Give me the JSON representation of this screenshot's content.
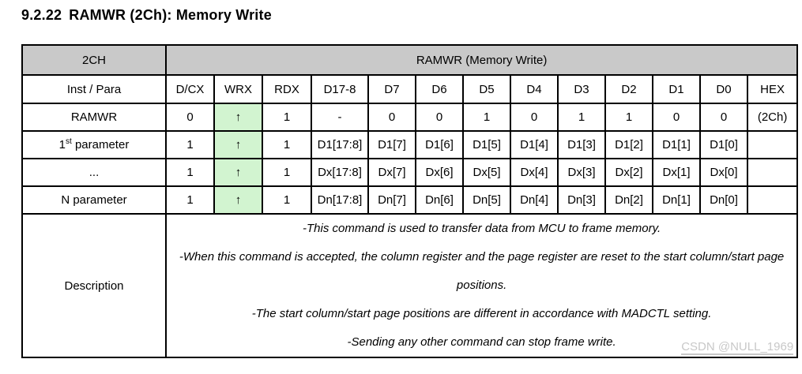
{
  "heading": {
    "number": "9.2.22",
    "title": "RAMWR (2Ch): Memory Write"
  },
  "table": {
    "cmd_code": "2CH",
    "cmd_name": "RAMWR (Memory Write)",
    "col_headers": [
      "Inst / Para",
      "D/CX",
      "WRX",
      "RDX",
      "D17-8",
      "D7",
      "D6",
      "D5",
      "D4",
      "D3",
      "D2",
      "D1",
      "D0",
      "HEX"
    ],
    "rows": [
      {
        "label": "RAMWR",
        "cells": [
          "0",
          "↑",
          "1",
          "-",
          "0",
          "0",
          "1",
          "0",
          "1",
          "1",
          "0",
          "0",
          "(2Ch)"
        ]
      },
      {
        "label_num": "1",
        "label_sup": "st",
        "label_rest": " parameter",
        "cells": [
          "1",
          "↑",
          "1",
          "D1[17:8]",
          "D1[7]",
          "D1[6]",
          "D1[5]",
          "D1[4]",
          "D1[3]",
          "D1[2]",
          "D1[1]",
          "D1[0]",
          ""
        ]
      },
      {
        "label": "...",
        "cells": [
          "1",
          "↑",
          "1",
          "Dx[17:8]",
          "Dx[7]",
          "Dx[6]",
          "Dx[5]",
          "Dx[4]",
          "Dx[3]",
          "Dx[2]",
          "Dx[1]",
          "Dx[0]",
          ""
        ]
      },
      {
        "label": "N parameter",
        "cells": [
          "1",
          "↑",
          "1",
          "Dn[17:8]",
          "Dn[7]",
          "Dn[6]",
          "Dn[5]",
          "Dn[4]",
          "Dn[3]",
          "Dn[2]",
          "Dn[1]",
          "Dn[0]",
          ""
        ]
      }
    ],
    "description_label": "Description",
    "description_lines": [
      "-This command is used to transfer data from MCU to frame memory.",
      "-When this command is accepted, the column register and the page register are reset to the start column/start page positions.",
      "-The start column/start page positions are different in accordance with MADCTL setting.",
      "-Sending any other command can stop frame write."
    ]
  },
  "watermark": "CSDN @NULL_1969",
  "colors": {
    "table_title_bg": "#c9c9c9",
    "arrow_cell_bg": "#d2f4d0",
    "border": "#000000",
    "watermark": "#c8c8c8",
    "text": "#000000"
  }
}
